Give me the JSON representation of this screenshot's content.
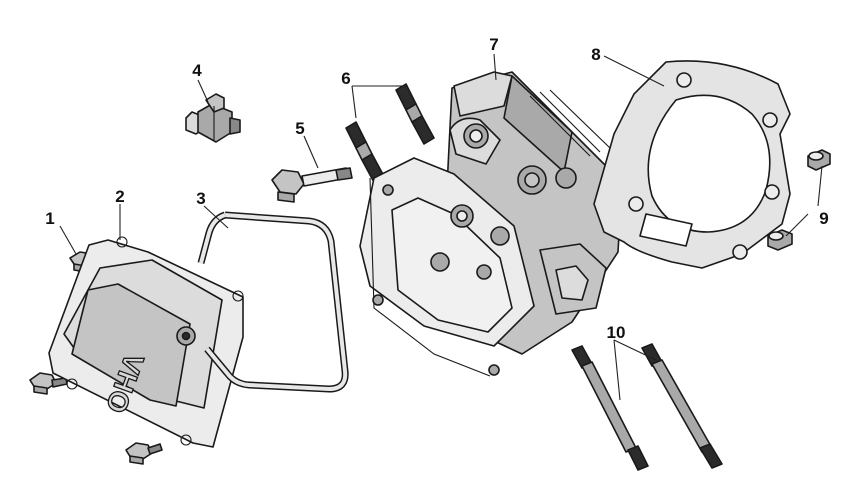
{
  "callouts": {
    "n1": "1",
    "n2": "2",
    "n3": "3",
    "n4": "4",
    "n5": "5",
    "n6": "6",
    "n7": "7",
    "n8": "8",
    "n9": "9",
    "n10": "10"
  },
  "cover": {
    "embossed_text": "OHV"
  },
  "colors": {
    "line": "#1a1a1a",
    "light_gray": "#dcdcdc",
    "mid_gray": "#a9a9a9",
    "background": "#ffffff"
  }
}
